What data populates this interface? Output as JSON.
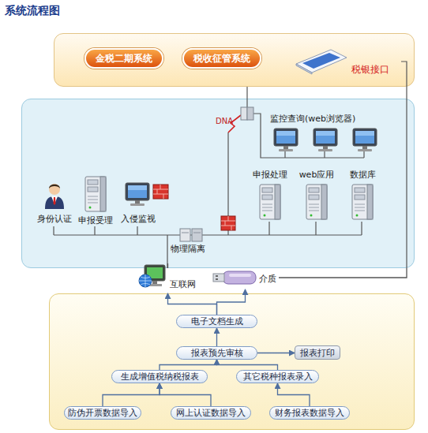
{
  "diagram": {
    "title": "系统流程图",
    "nodes": [
      {
        "text": []
      },
      {
        "text": [
          "金税二期系统"
        ],
        "in": 0
      },
      {
        "text": [
          "税收征管系统"
        ],
        "in": 0
      },
      {
        "text": [
          "税银接口"
        ],
        "in": 0
      },
      {
        "text": []
      },
      {
        "text": [
          "监控查询(web浏览器)"
        ],
        "in": 4
      },
      {
        "text": [
          "申报处理"
        ],
        "in": 4
      },
      {
        "text": [
          "web应用"
        ],
        "in": 4
      },
      {
        "text": [
          "数据库"
        ],
        "in": 4
      },
      {
        "text": [
          "身份认证"
        ],
        "in": 4
      },
      {
        "text": [
          "申报受理"
        ],
        "in": 4
      },
      {
        "text": [
          "入侵监视"
        ],
        "in": 4
      },
      {
        "text": [
          "互联网"
        ]
      },
      {
        "text": [
          "介质"
        ]
      },
      {
        "text": []
      },
      {
        "text": [
          "电子文档生成"
        ],
        "in": 14
      },
      {
        "text": [
          "报表预先审核"
        ],
        "in": 14
      },
      {
        "text": [
          "报表打印"
        ],
        "in": 14
      },
      {
        "text": [
          "生成增值税纳税报表"
        ],
        "in": 14
      },
      {
        "text": [
          "其它税种报表录入"
        ],
        "in": 14
      },
      {
        "text": [
          "防伪开票数据导入"
        ],
        "in": 14
      },
      {
        "text": [
          "网上认证数据导入"
        ],
        "in": 14
      },
      {
        "text": [
          "财务报表数据导入"
        ],
        "in": 14
      }
    ],
    "edges": [
      {
        "from": 20,
        "to": 18,
        "arrow": "to"
      },
      {
        "from": 21,
        "to": 18,
        "arrow": "to"
      },
      {
        "from": 22,
        "to": 19,
        "arrow": "to"
      },
      {
        "from": 18,
        "to": 16,
        "arrow": "to"
      },
      {
        "from": 19,
        "to": 16,
        "arrow": "to"
      },
      {
        "from": 16,
        "to": 15,
        "arrow": "to"
      },
      {
        "from": 16,
        "to": 17,
        "arrow": "to"
      },
      {
        "from": 15,
        "to": 12,
        "arrow": "to"
      },
      {
        "from": 15,
        "to": 13,
        "arrow": "to"
      },
      {
        "from": 12,
        "to": 4,
        "arrow": "none"
      },
      {
        "from": 13,
        "to": 4,
        "arrow": "none"
      }
    ],
    "labels": [
      "DNA",
      "物理隔离"
    ]
  }
}
